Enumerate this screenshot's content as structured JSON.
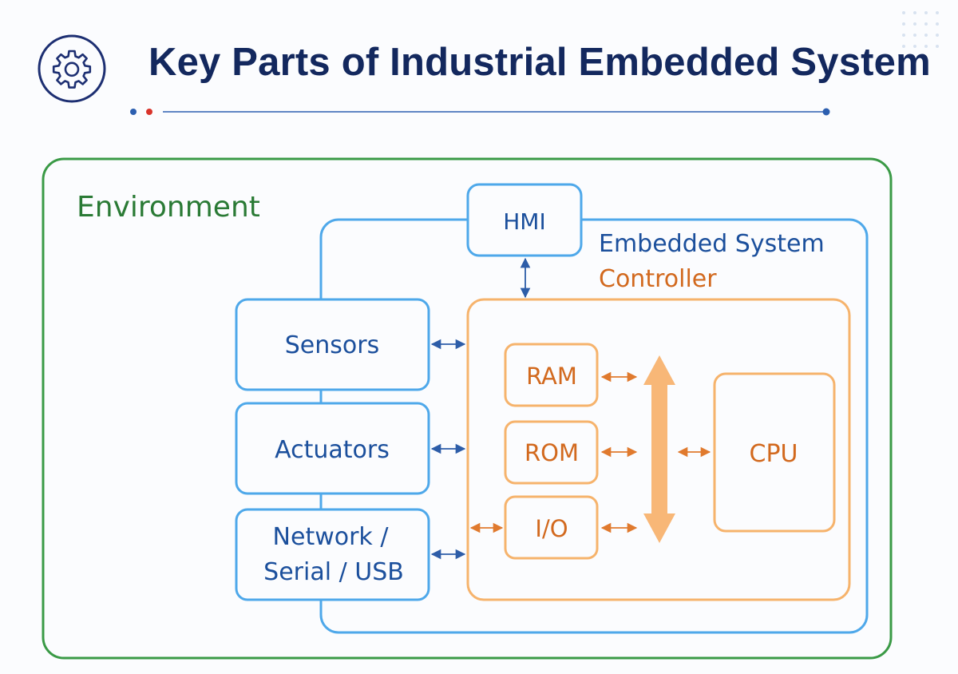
{
  "header": {
    "title": "Key Parts of Industrial Embedded System",
    "icon": "gear-icon"
  },
  "diagram": {
    "environment_label": "Environment",
    "embedded_system_label": "Embedded System",
    "controller_label": "Controller",
    "hmi_label": "HMI",
    "sensors_label": "Sensors",
    "actuators_label": "Actuators",
    "network_label_line1": "Network /",
    "network_label_line2": "Serial / USB",
    "ram_label": "RAM",
    "rom_label": "ROM",
    "io_label": "I/O",
    "cpu_label": "CPU"
  },
  "colors": {
    "title": "#13285e",
    "environment": "#3a9a46",
    "environment_text": "#2a7a35",
    "system_blue": "#4ea8ea",
    "system_text": "#1b4f9c",
    "controller": "#f6b36c",
    "controller_text": "#d2691e",
    "bus": "#f8b777",
    "connector_dark": "#2d5da8",
    "connector_orange": "#e07a2e",
    "accent_red": "#d9342b"
  }
}
